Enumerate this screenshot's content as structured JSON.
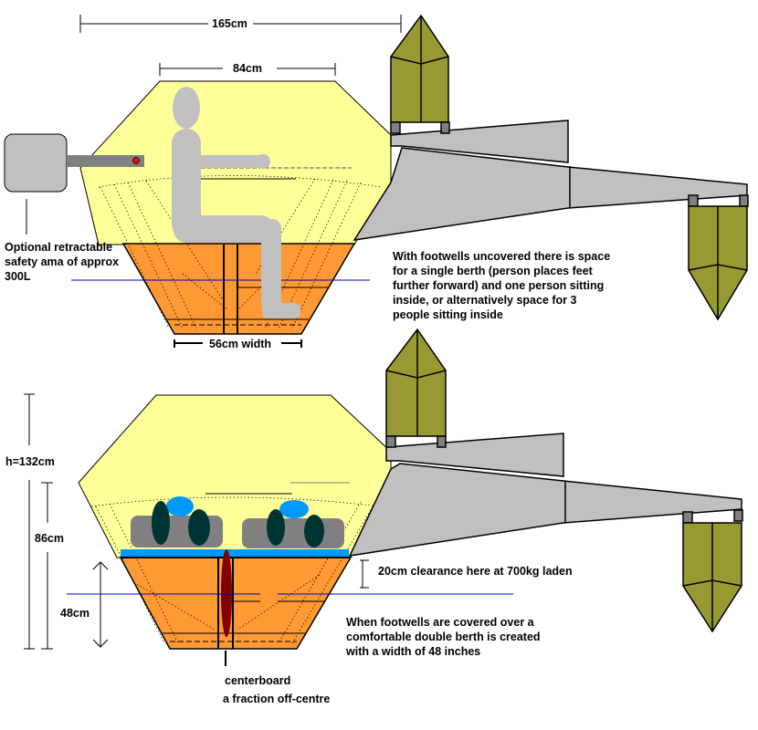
{
  "colors": {
    "cabin_upper": "#ffff99",
    "hull_lower": "#ff9933",
    "crossbeam": "#c0c0c0",
    "ama": "#999933",
    "ama_mount": "#808080",
    "safety_ama": "#c0c0c0",
    "waterline": "#0000cc",
    "berth_board": "#0099ff",
    "centerboard": "#800000",
    "person": "#c0c0c0",
    "sleeper_body": "#808080",
    "sleeper_head": "#0099ff",
    "sleeper_feet": "#003333",
    "pivot_dot": "#ff0000"
  },
  "top_view": {
    "dim_overall": "165cm",
    "dim_top_width": "84cm",
    "dim_bottom_width": "56cm width",
    "safety_ama_note": [
      "Optional retractable",
      "safety ama of approx",
      "300L"
    ],
    "caption": [
      "With footwells uncovered there is space",
      "for a single berth (person places feet",
      "further forward) and one person sitting",
      "inside, or alternatively space for 3",
      "people sitting inside"
    ]
  },
  "bottom_view": {
    "dim_height": "h=132cm",
    "dim_86": "86cm",
    "dim_48": "48cm",
    "clearance_note": "20cm clearance here at 700kg laden",
    "caption": [
      "When footwells are covered over a",
      "comfortable double berth is created",
      "with a width of 48 inches"
    ],
    "centerboard_label_1": "centerboard",
    "centerboard_label_2": "a fraction off-centre"
  }
}
